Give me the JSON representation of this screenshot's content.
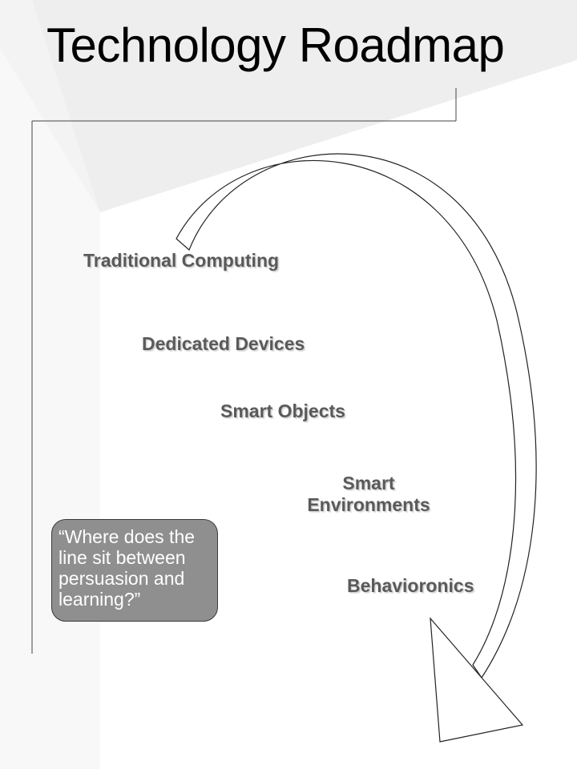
{
  "slide": {
    "title": "Technology Roadmap",
    "stages": [
      {
        "label": "Traditional Computing"
      },
      {
        "label": "Dedicated Devices"
      },
      {
        "label": "Smart Objects"
      },
      {
        "label": "Smart Environments"
      },
      {
        "label": "Behavioronics"
      }
    ],
    "quote": "“Where does the line sit between persuasion and learning?”"
  },
  "colors": {
    "background": "#ffffff",
    "light_panel": "#eeeeee",
    "stage_text": "#5a5a5a",
    "quote_box": "#8f8f8f",
    "arrow_fill": "#ffffff",
    "arrow_stroke": "#222222"
  },
  "icons": [
    "curved-arrow-icon"
  ]
}
